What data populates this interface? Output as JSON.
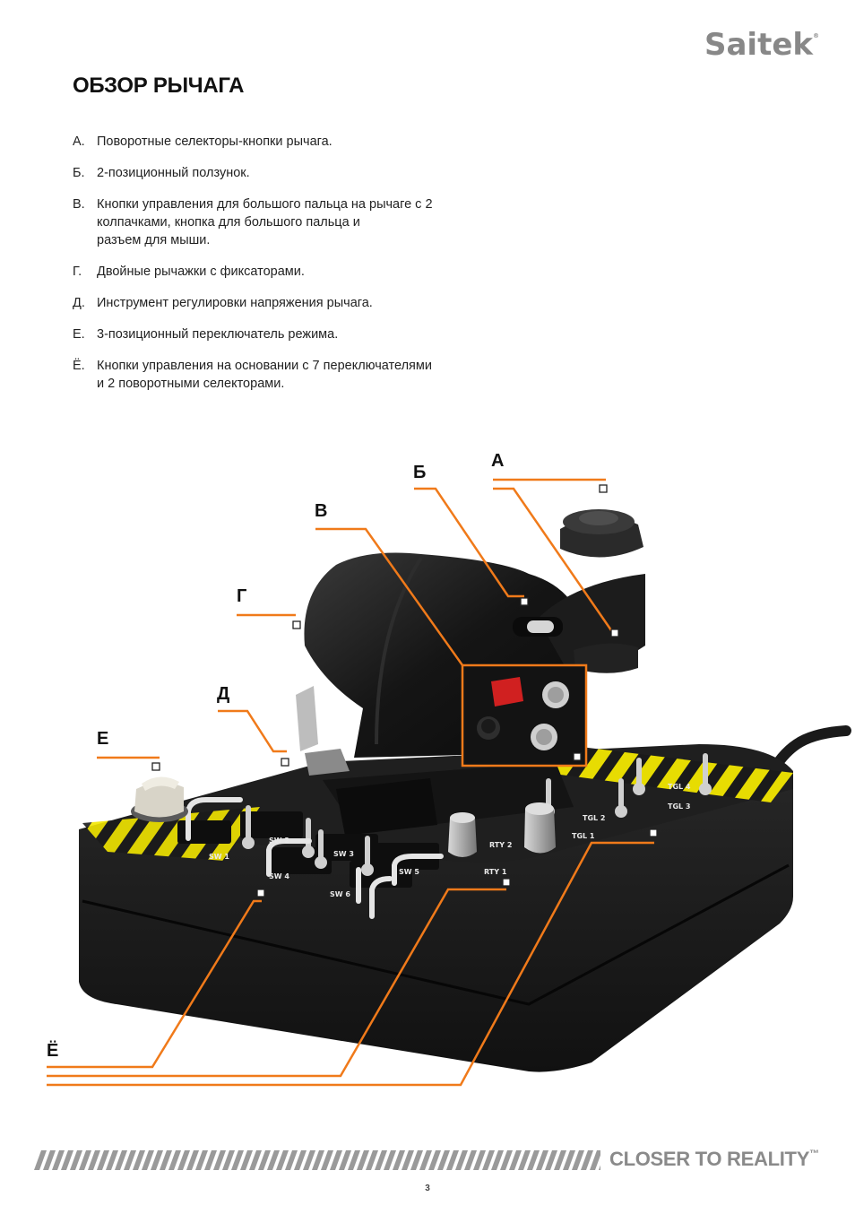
{
  "brand": {
    "name": "Saitek",
    "mark": "®"
  },
  "title": "ОБЗОР РЫЧАГА",
  "items": [
    {
      "marker": "А.",
      "text": "Поворотные селекторы-кнопки рычага."
    },
    {
      "marker": "Б.",
      "text": "2-позиционный ползунок."
    },
    {
      "marker": "В.",
      "text": "Кнопки управления для большого пальца на рычаге с 2\nколпачками, кнопка для большого пальца и\nразъем для мыши."
    },
    {
      "marker": "Г.",
      "text": "Двойные рычажки с фиксаторами."
    },
    {
      "marker": "Д.",
      "text": "Инструмент регулировки напряжения рычага."
    },
    {
      "marker": "Е.",
      "text": "3-позиционный переключатель режима."
    },
    {
      "marker": "Ё.",
      "text": "Кнопки управления на основании с 7 переключателями\nи 2 поворотными селекторами."
    }
  ],
  "callouts": {
    "a": "А",
    "b": "Б",
    "v": "В",
    "g": "Г",
    "d": "Д",
    "e": "Е",
    "yo": "Ё"
  },
  "panel_labels": [
    "SW 1",
    "SW 2",
    "SW 3",
    "SW 4",
    "SW 5",
    "SW 6",
    "RTY 1",
    "RTY 2",
    "TGL 1",
    "TGL 2",
    "TGL 3",
    "TGL 4"
  ],
  "footer": {
    "tagline": "CLOSER TO REALITY",
    "tm": "™",
    "page": "3"
  },
  "colors": {
    "accent": "#f07a1a",
    "hazard": "#f2e600",
    "body": "#1b1b1b",
    "logo": "#888888"
  }
}
